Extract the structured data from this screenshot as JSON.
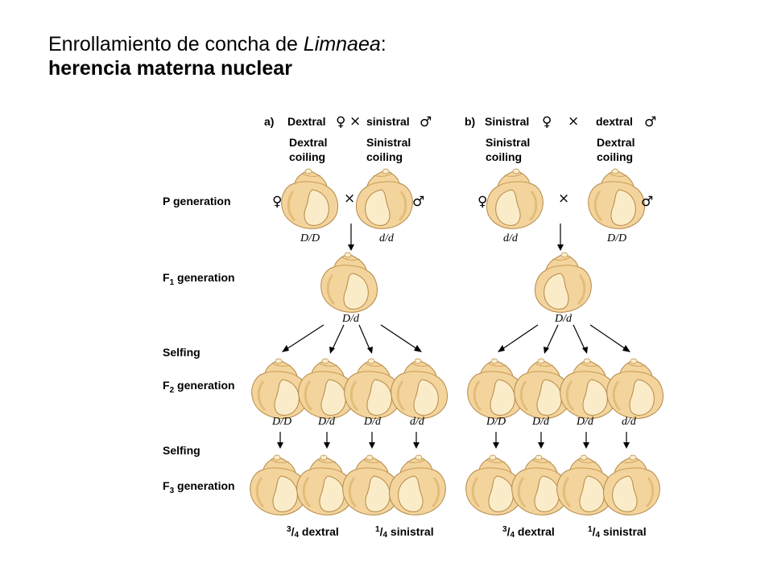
{
  "title": {
    "line1_prefix": "Enrollamiento de concha de ",
    "line1_italic": "Limnaea",
    "line1_suffix": ":",
    "line2": "herencia materna nuclear"
  },
  "row_labels": {
    "p_generation": "P generation",
    "f1_prefix": "F",
    "f1_sub": "1",
    "f1_suffix": " generation",
    "selfing_1": "Selfing",
    "f2_prefix": "F",
    "f2_sub": "2",
    "f2_suffix": " generation",
    "selfing_2": "Selfing",
    "f3_prefix": "F",
    "f3_sub": "3",
    "f3_suffix": " generation"
  },
  "panel_a": {
    "letter": "a)",
    "female_parent": "Dextral",
    "male_parent": "sinistral",
    "female_coiling_1": "Dextral",
    "female_coiling_2": "coiling",
    "male_coiling_1": "Sinistral",
    "male_coiling_2": "coiling",
    "p_genotypes": [
      "D/D",
      "d/d"
    ],
    "f1_genotype": "D/d",
    "f2_genotypes": [
      "D/D",
      "D/d",
      "D/d",
      "d/d"
    ],
    "ratio_dextral_num": "3",
    "ratio_dextral_den": "4",
    "ratio_dextral_label": " dextral",
    "ratio_sinistral_num": "1",
    "ratio_sinistral_den": "4",
    "ratio_sinistral_label": " sinistral"
  },
  "panel_b": {
    "letter": "b)",
    "female_parent": "Sinistral",
    "male_parent": "dextral",
    "female_coiling_1": "Sinistral",
    "female_coiling_2": "coiling",
    "male_coiling_1": "Dextral",
    "male_coiling_2": "coiling",
    "p_genotypes": [
      "d/d",
      "D/D"
    ],
    "f1_genotype": "D/d",
    "f2_genotypes": [
      "D/D",
      "D/d",
      "D/d",
      "d/d"
    ],
    "ratio_dextral_num": "3",
    "ratio_dextral_den": "4",
    "ratio_dextral_label": " dextral",
    "ratio_sinistral_num": "1",
    "ratio_sinistral_den": "4",
    "ratio_sinistral_label": " sinistral"
  },
  "symbols": {
    "female": "♀",
    "male": "♂",
    "cross": "×"
  },
  "colors": {
    "shell_fill": "#f3d49c",
    "shell_light": "#fbecc9",
    "shell_shadow": "#d9ad62",
    "shell_stroke": "#b58947",
    "ink": "#000000"
  }
}
